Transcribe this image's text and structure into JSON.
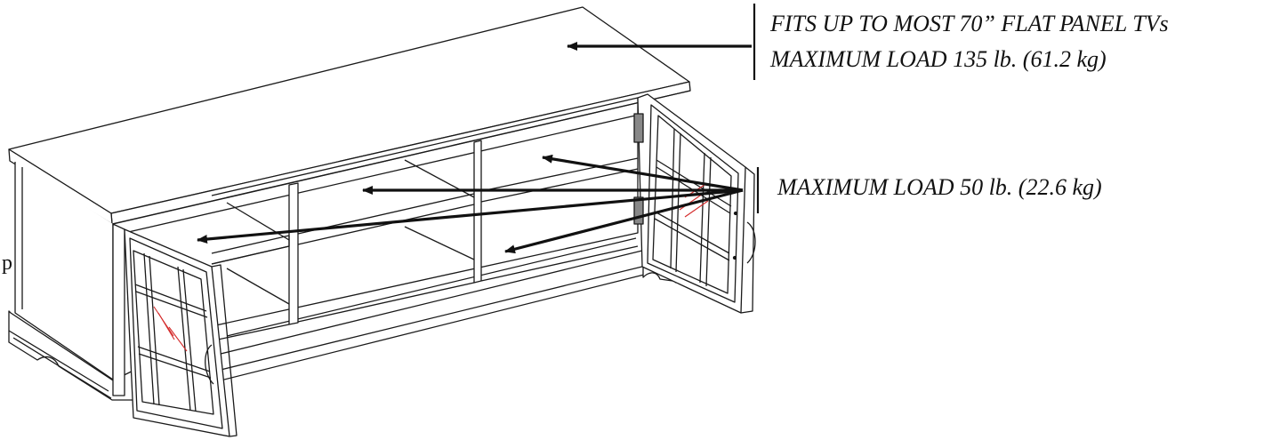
{
  "labels": {
    "top_fit": "FITS UP TO MOST 70” FLAT PANEL TVs",
    "top_load": "MAXIMUM LOAD 135 lb. (61.2 kg)",
    "shelf_load": "MAXIMUM LOAD 50 lb. (22.6 kg)",
    "stray_char": "p"
  },
  "colors": {
    "line": "#1a1a1a",
    "arrow": "#111111",
    "glass_accent": "#d42a2a",
    "background": "#ffffff"
  }
}
